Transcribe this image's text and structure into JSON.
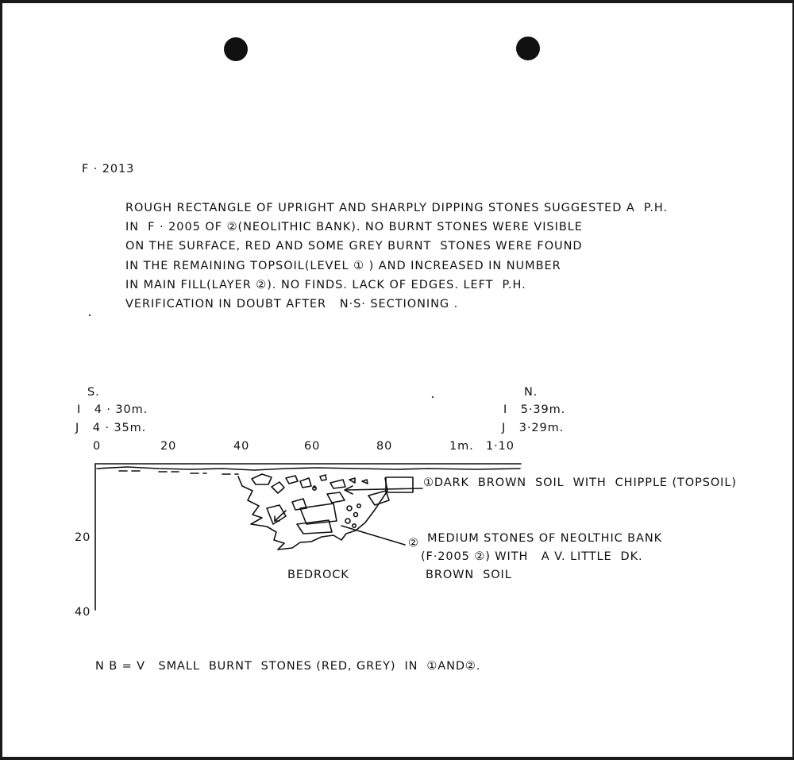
{
  "feature_id": "F · 2013",
  "description_lines": [
    "ROUGH RECTANGLE OF UPRIGHT AND SHARPLY DIPPING STONES SUGGESTED A  P.H.",
    "IN  F · 2005 OF ②(NEOLITHIC BANK). NO BURNT STONES WERE VISIBLE",
    "ON THE SURFACE, RED AND SOME GREY BURNT  STONES WERE FOUND",
    "IN THE REMAINING TOPSOIL(LEVEL ① ) AND INCREASED IN NUMBER",
    "IN MAIN FILL(LAYER ②). NO FINDS. LACK OF EDGES. LEFT  P.H.",
    "VERIFICATION IN DOUBT AFTER   N·S· SECTIONING ."
  ],
  "section": {
    "south": {
      "label": "S.",
      "grid_i": "I   4 · 30m.",
      "grid_j": "J   4 · 35m."
    },
    "north": {
      "label": "N.",
      "grid_i": "I   5·39m.",
      "grid_j": "J   3·29m."
    },
    "horizontal_scale": [
      "0",
      "20",
      "40",
      "60",
      "80",
      "1m.",
      "1·10"
    ],
    "vertical_scale": [
      "20",
      "40"
    ],
    "layer_1_label": "①DARK  BROWN  SOIL  WITH  CHIPPLE (TOPSOIL)",
    "layer_2_label": {
      "marker": "②",
      "line1": "MEDIUM STONES OF NEOLTHIC BANK",
      "line2": "(F·2005 ②) WITH   A V. LITTLE  DK.",
      "line3": "BROWN  SOIL"
    },
    "bedrock_label": "BEDROCK"
  },
  "note": "N B = V   SMALL  BURNT  STONES (RED, GREY)  IN  ①AND②."
}
